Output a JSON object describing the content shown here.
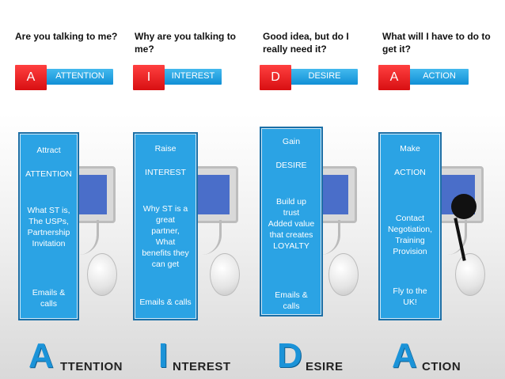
{
  "questions": [
    "Are you talking to me?",
    "Why are you talking to me?",
    "Good idea, but do I really need it?",
    "What will I have to do to get it?"
  ],
  "tabs": [
    {
      "letter": "A",
      "label": "ATTENTION"
    },
    {
      "letter": "I",
      "label": "INTEREST"
    },
    {
      "letter": "D",
      "label": "DESIRE"
    },
    {
      "letter": "A",
      "label": "ACTION"
    }
  ],
  "cards": [
    {
      "lines": [
        "Attract",
        "ATTENTION",
        "What ST is,",
        "The USPs,",
        "Partnership",
        "Invitation",
        "Emails &",
        "calls"
      ]
    },
    {
      "lines": [
        "Raise",
        "INTEREST",
        "Why ST is a",
        "great",
        "partner,",
        "What",
        "benefits they",
        "can get",
        "Emails & calls"
      ]
    },
    {
      "lines": [
        "Gain",
        "DESIRE",
        "Build up",
        "trust",
        "Added value",
        "that creates",
        "LOYALTY",
        "Emails &",
        "calls"
      ]
    },
    {
      "lines": [
        "Make",
        "ACTION",
        "Contact",
        "Negotiation,",
        "Training",
        "Provision",
        "Fly to the",
        "UK!"
      ]
    }
  ],
  "footer": [
    {
      "initial": "A",
      "rest": "TTENTION"
    },
    {
      "initial": "I",
      "rest": "NTEREST"
    },
    {
      "initial": "D",
      "rest": "ESIRE"
    },
    {
      "initial": "A",
      "rest": "CTION"
    }
  ],
  "colors": {
    "accent_blue": "#2ba3e4",
    "letter_red": "#e11b1e"
  }
}
